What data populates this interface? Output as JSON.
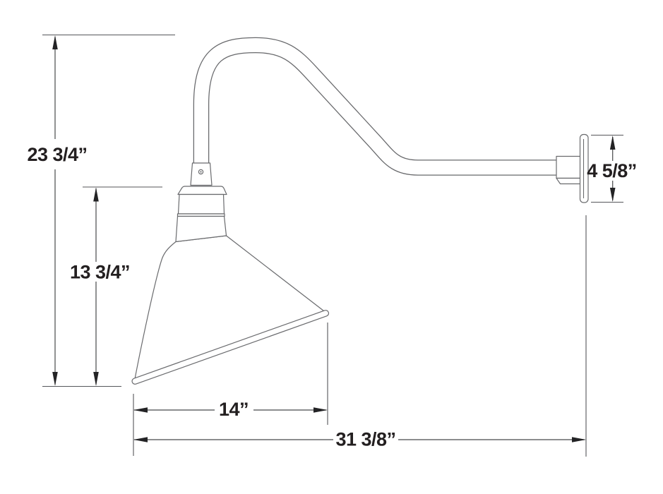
{
  "diagram": {
    "description": "Side-elevation line drawing of an angle-shade gooseneck wall light with four dimension callouts",
    "dimensions": {
      "overall_height": "23 3/4”",
      "shade_height": "13 3/4”",
      "wall_plate_height": "4 5/8”",
      "shade_width": "14”",
      "overall_projection": "31 3/8”"
    },
    "colors": {
      "background": "#ffffff",
      "artwork_line": "#6a6b6e",
      "dimension_line": "#48494b",
      "arrow": "#232325",
      "text": "#231f20"
    }
  }
}
